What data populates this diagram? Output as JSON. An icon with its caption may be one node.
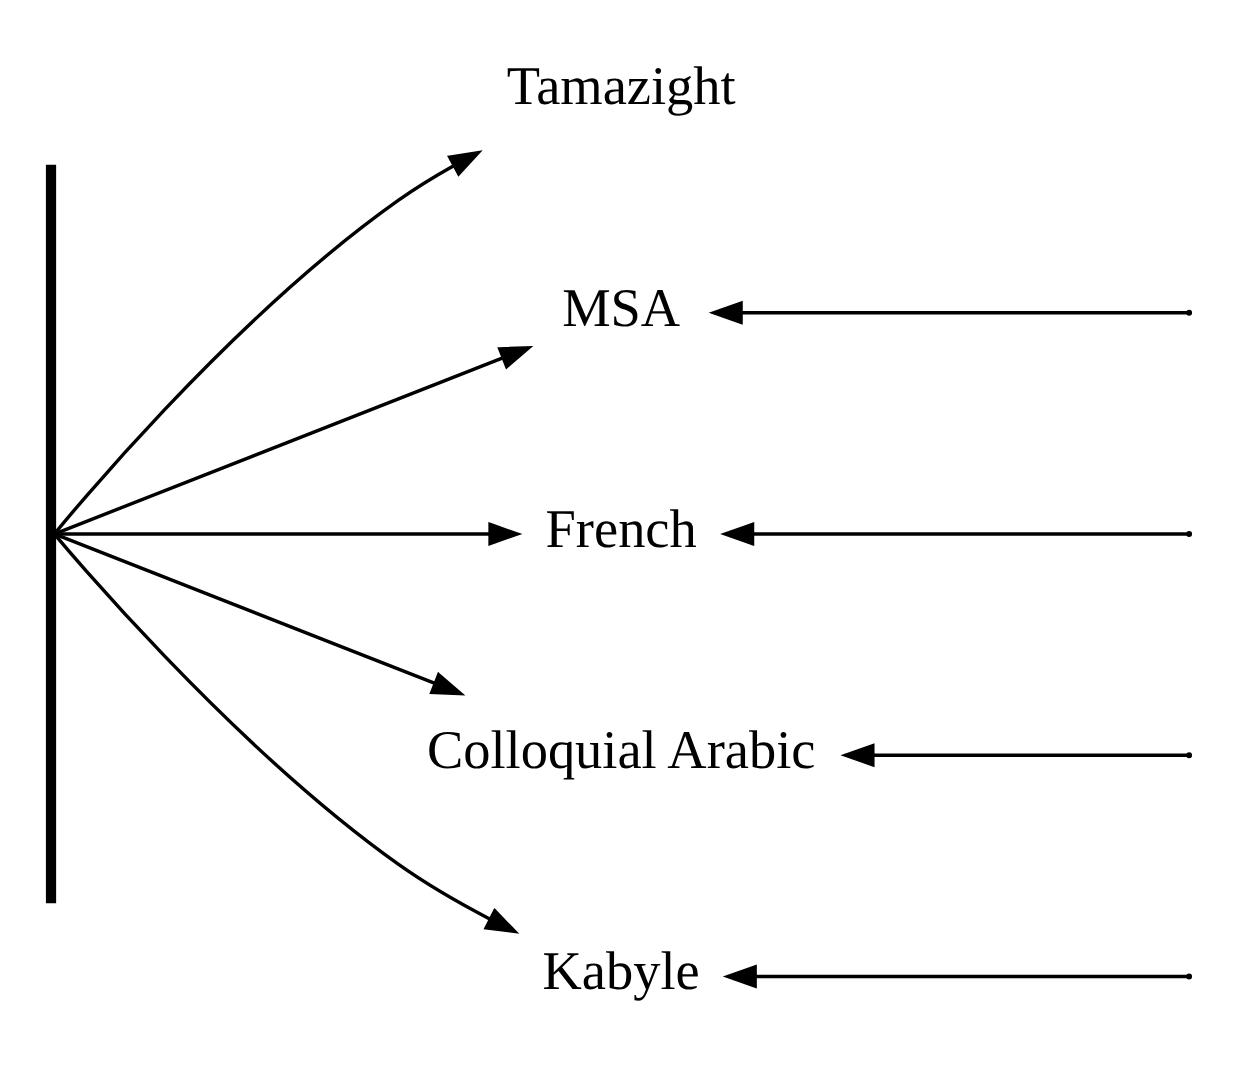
{
  "diagram": {
    "nodes": [
      {
        "text": [
          "Tamazight"
        ]
      },
      {
        "text": [
          "MSA"
        ]
      },
      {
        "text": [
          "French"
        ]
      },
      {
        "text": [
          "Colloquial Arabic"
        ]
      },
      {
        "text": [
          "Kabyle"
        ]
      },
      {
        "text": [],
        "shape": "bar"
      }
    ],
    "edges": [
      {
        "from": 5,
        "to": 0,
        "arrow": "to"
      },
      {
        "from": 5,
        "to": 1,
        "arrow": "to"
      },
      {
        "from": 5,
        "to": 2,
        "arrow": "to"
      },
      {
        "from": 5,
        "to": 3,
        "arrow": "to"
      },
      {
        "from": 5,
        "to": 4,
        "arrow": "to"
      },
      {
        "from": null,
        "to": 1,
        "arrow": "to"
      },
      {
        "from": null,
        "to": 2,
        "arrow": "to"
      },
      {
        "from": null,
        "to": 3,
        "arrow": "to"
      },
      {
        "from": null,
        "to": 4,
        "arrow": "to"
      }
    ]
  }
}
